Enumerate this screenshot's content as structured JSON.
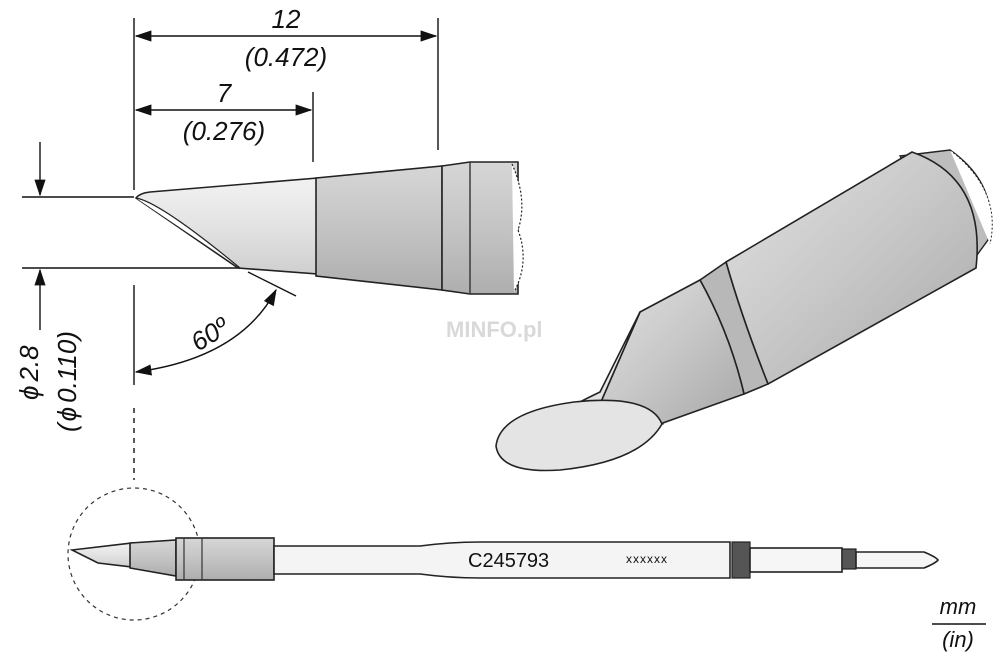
{
  "dimensions": {
    "length_total_mm": "12",
    "length_total_in": "(0.472)",
    "length_taper_mm": "7",
    "length_taper_in": "(0.276)",
    "diameter_mm": "2.8",
    "diameter_in": "0.110)",
    "diameter_in_prefix": "(",
    "diameter_symbol": "ϕ",
    "angle": "60º"
  },
  "part_number": "C245793",
  "serial_marking": "xxxxxx",
  "units": {
    "primary": "mm",
    "secondary": "(in)"
  },
  "watermark": "MINFO.pl",
  "colors": {
    "body_gray": "#c8c8c8",
    "body_dark": "#a9a9a9",
    "tip_light": "#e6e6e6",
    "line": "#111111"
  }
}
